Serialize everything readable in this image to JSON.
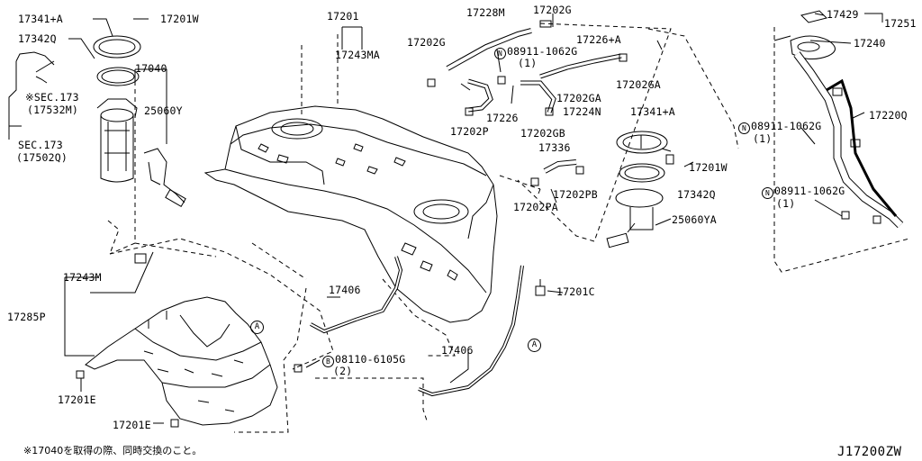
{
  "callouts": {
    "p17341a_left": "17341+A",
    "p17201w_top": "17201W",
    "p17342q_left": "17342Q",
    "p17040": "17040",
    "sec173_a_prefix": "※",
    "sec173_a": "SEC.173",
    "sec173_a_sub": "(17532M)",
    "p25060y": "25060Y",
    "sec173_b": "SEC.173",
    "sec173_b_sub": "(17502Q)",
    "p17201": "17201",
    "p17243ma": "17243MA",
    "p17202g_a": "17202G",
    "p17228m": "17228M",
    "p17202g_b": "17202G",
    "n08911_a": "08911-1062G",
    "n08911_a_qty": "(1)",
    "p17226a": "17226+A",
    "p17202ga_a": "17202GA",
    "p17202ga_b": "17202GA",
    "p17226": "17226",
    "p17224n": "17224N",
    "p17202p": "17202P",
    "p17202gb": "17202GB",
    "p17341a_right": "17341+A",
    "p17336": "17336",
    "p17201w_right": "17201W",
    "p17202pa": "17202PA",
    "p17202pb": "17202PB",
    "p17342q_right": "17342Q",
    "p25060ya": "25060YA",
    "p17429": "17429",
    "p17251": "17251",
    "p17240": "17240",
    "p17220q": "17220Q",
    "n08911_b": "08911-1062G",
    "n08911_b_qty": "(1)",
    "n08911_c": "08911-1062G",
    "n08911_c_qty": "(1)",
    "p17243m": "17243M",
    "p17285p": "17285P",
    "p17201e_a": "17201E",
    "p17201e_b": "17201E",
    "p17406_a": "17406",
    "p17406_b": "17406",
    "p17201c": "17201C",
    "b08110": "08110-6105G",
    "b08110_qty": "(2)",
    "ref_a_1": "A",
    "ref_a_2": "A",
    "symbol_n": "N",
    "symbol_b": "B"
  },
  "footnote": "※17040を取得の際、同時交換のこと。",
  "diagram_code": "J17200ZW"
}
